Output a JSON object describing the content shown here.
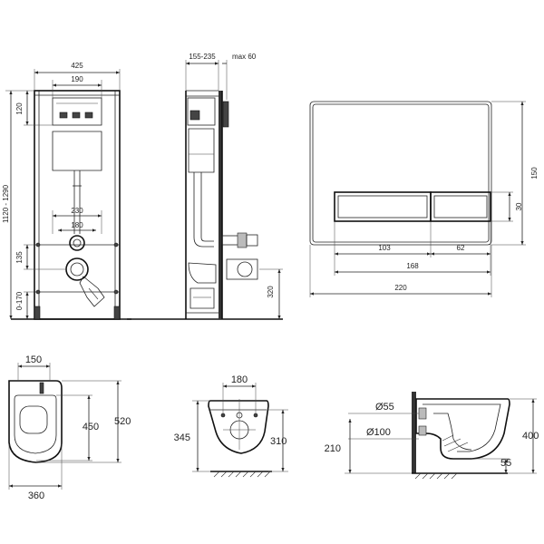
{
  "frame_front": {
    "width_overall": "425",
    "width_top": "190",
    "height_top": "120",
    "height_range": "1120 - 1290",
    "pipe_spacing_outer": "230",
    "pipe_spacing_inner": "180",
    "outlet_height": "135",
    "foot_range": "0-170"
  },
  "frame_side": {
    "depth_range": "155-235",
    "depth_max": "max 60",
    "outlet_height": "320"
  },
  "flush_plate": {
    "height": "150",
    "button_height": "30",
    "left_button_width": "103",
    "right_button_width": "62",
    "buttons_total_width": "168",
    "plate_width": "220"
  },
  "bowl_top": {
    "width_top": "150",
    "seat_length": "450",
    "total_length": "520",
    "width_bottom": "360"
  },
  "bowl_back": {
    "width_top": "180",
    "height_left": "345",
    "height_right": "310"
  },
  "bowl_side": {
    "inlet_diameter": "Ø55",
    "outlet_diameter": "Ø100",
    "total_height": "400",
    "floor_height": "210",
    "bottom_offset": "55"
  }
}
